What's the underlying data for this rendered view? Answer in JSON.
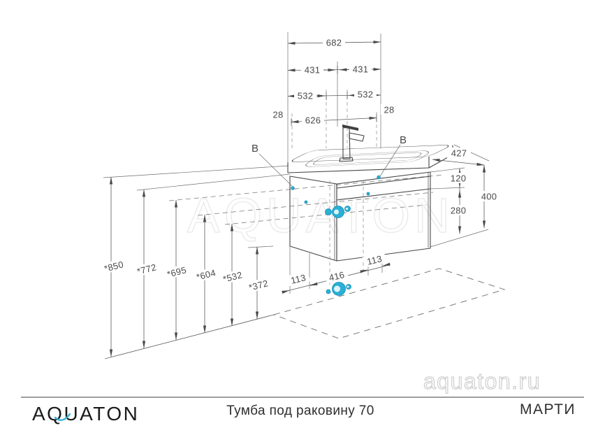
{
  "watermarks": {
    "center": "AQUATON",
    "site": "aquaton.ru"
  },
  "footer": {
    "logo_text": "AQUATON",
    "title": "Тумба под раковину 70",
    "model": "МАРТИ"
  },
  "callouts": {
    "left": "B",
    "right": "B"
  },
  "dimensions": {
    "top": {
      "overall": "682",
      "left_half": "431",
      "right_half": "431",
      "left_span": "532",
      "right_span": "532",
      "left_inset": "28",
      "inner_width": "626",
      "right_inset": "28"
    },
    "right_side": {
      "depth": "427",
      "upper_height": "120",
      "lower_height": "280",
      "total_height": "400"
    },
    "heights": [
      "*850",
      "*772",
      "*695",
      "*604",
      "*532",
      "*372"
    ],
    "bottom": {
      "left_offset": "113",
      "center_span": "416",
      "right_offset": "113"
    }
  },
  "colors": {
    "accent": "#2ab0d5",
    "line": "#454545",
    "watermark": "#e9e9e9"
  }
}
